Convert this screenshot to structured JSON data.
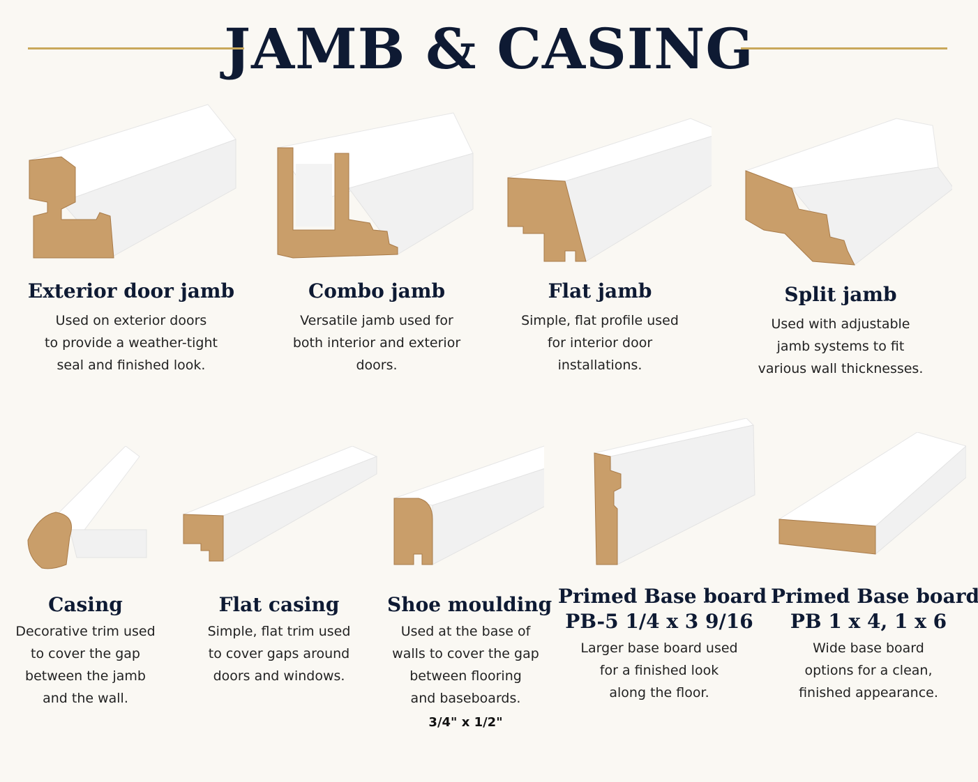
{
  "header": {
    "title": "JAMB & CASING"
  },
  "colors": {
    "wood": "#c99e6a",
    "wood_dark": "#a87a48",
    "white": "#ffffff",
    "navy": "#0e1a33",
    "gold": "#c9a85a"
  },
  "products": [
    {
      "name": "Exterior door jamb",
      "desc": "Used on exterior doors\nto provide a weather-tight\nseal and finished look."
    },
    {
      "name": "Combo jamb",
      "desc": "Versatile jamb used for\nboth interior and exterior\ndoors."
    },
    {
      "name": "Flat jamb",
      "desc": "Simple, flat profile used\nfor interior door\ninstallations."
    },
    {
      "name": "Split jamb",
      "desc": "Used with adjustable\njamb systems to fit\nvarious wall thicknesses."
    },
    {
      "name": "Casing",
      "desc": "Decorative trim used\nto cover the gap\nbetween the jamb\nand the wall."
    },
    {
      "name": "Flat casing",
      "desc": "Simple, flat trim used\nto cover gaps around\ndoors and windows."
    },
    {
      "name": "Shoe moulding",
      "desc": "Used at the base of\nwalls to cover the gap\nbetween flooring\nand baseboards.",
      "size": "3/4\" x 1/2\""
    },
    {
      "name": "Primed Base board",
      "name2": "PB-5 1/4 x 3 9/16",
      "desc": "Larger base board used\nfor a finished look\nalong the floor."
    },
    {
      "name": "Primed Base board",
      "name2": "PB 1 x 4, 1 x 6",
      "desc": "Wide base board\noptions for a clean,\nfinished appearance."
    }
  ]
}
